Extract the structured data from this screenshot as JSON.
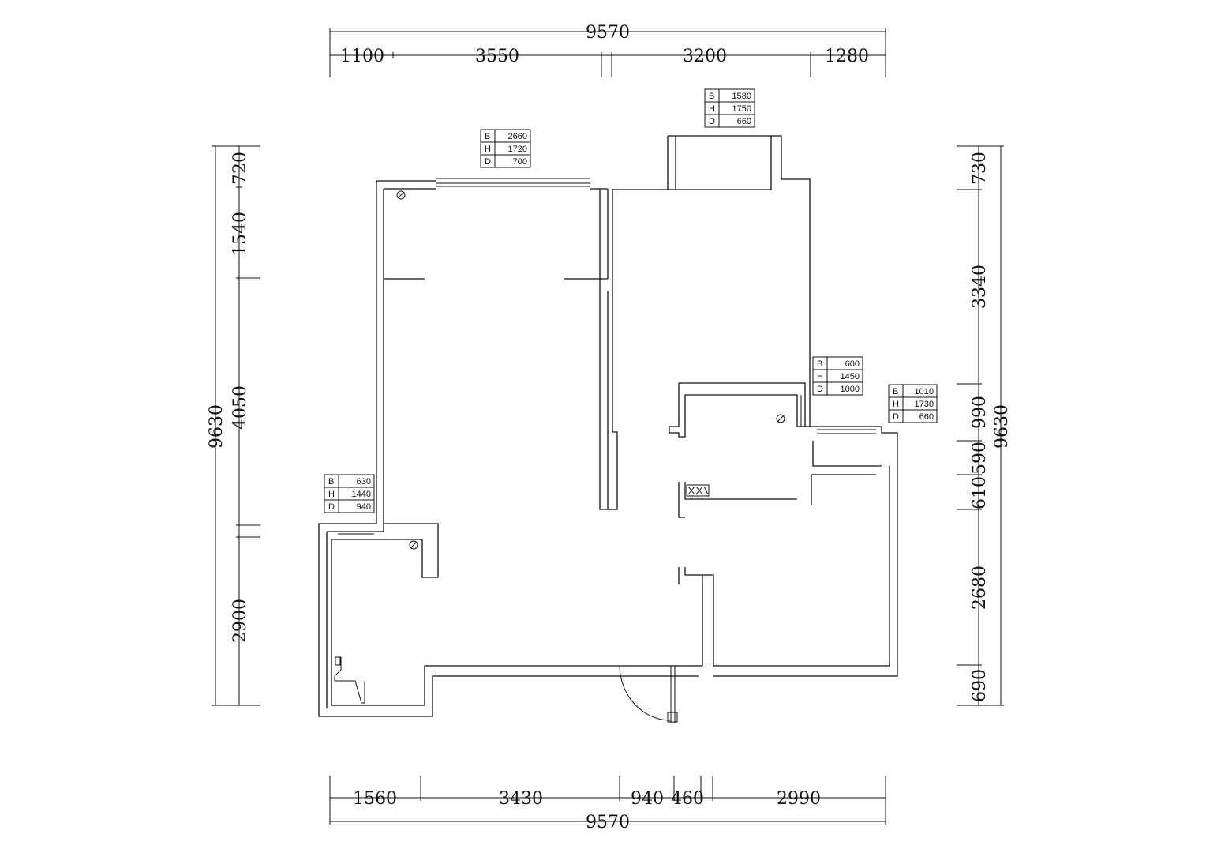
{
  "colors": {
    "line": "#111111",
    "background": "#ffffff"
  },
  "dimensions": {
    "top_total": "9570",
    "top_segments": [
      "1100",
      "3550",
      "3200",
      "1280"
    ],
    "bottom_total": "9570",
    "bottom_segments": [
      "1560",
      "3430",
      "940",
      "460",
      "2990"
    ],
    "left_total": "9630",
    "left_segments": [
      "720",
      "1540",
      "4050",
      "2900"
    ],
    "right_total": "9630",
    "right_segments": [
      "730",
      "3340",
      "990",
      "590",
      "610",
      "2680",
      "690"
    ]
  },
  "windows": [
    {
      "b_label": "B",
      "b": "2660",
      "h_label": "H",
      "h": "1720",
      "d_label": "D",
      "d": "700"
    },
    {
      "b_label": "B",
      "b": "1580",
      "h_label": "H",
      "h": "1750",
      "d_label": "D",
      "d": "660"
    },
    {
      "b_label": "B",
      "b": "600",
      "h_label": "H",
      "h": "1450",
      "d_label": "D",
      "d": "1000"
    },
    {
      "b_label": "B",
      "b": "1010",
      "h_label": "H",
      "h": "1730",
      "d_label": "D",
      "d": "660"
    },
    {
      "b_label": "B",
      "b": "630",
      "h_label": "H",
      "h": "1440",
      "d_label": "D",
      "d": "940"
    }
  ]
}
